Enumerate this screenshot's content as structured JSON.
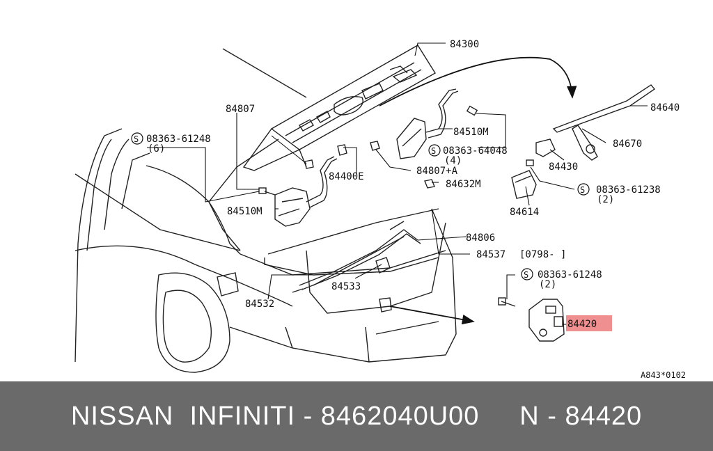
{
  "diagram": {
    "labels": {
      "l84300": "84300",
      "l84640": "84640",
      "l84807": "84807",
      "l84510m_r": "84510M",
      "l08363_61248_a": "08363-61248",
      "l6": "(6)",
      "l08363_64048": "08363-64048",
      "l4": "(4)",
      "l84670": "84670",
      "l84430": "84430",
      "l84400e": "84400E",
      "l84807a": "84807+A",
      "l84632m": "84632M",
      "l08363_61238": "08363-61238",
      "l2a": "(2)",
      "l84614": "84614",
      "l84510m_l": "84510M",
      "l84806": "84806",
      "l84537": "84537",
      "l0798": "[0798-      ]",
      "l08363_61248_b": "08363-61248",
      "l2b": "(2)",
      "l84533": "84533",
      "l84532": "84532",
      "l84420": "84420",
      "ref": "A843*0102",
      "s_marker": "S"
    },
    "highlight_color": "#ef8f8f"
  },
  "caption": "NISSAN  INFINITI - 8462040U00     N - 84420"
}
